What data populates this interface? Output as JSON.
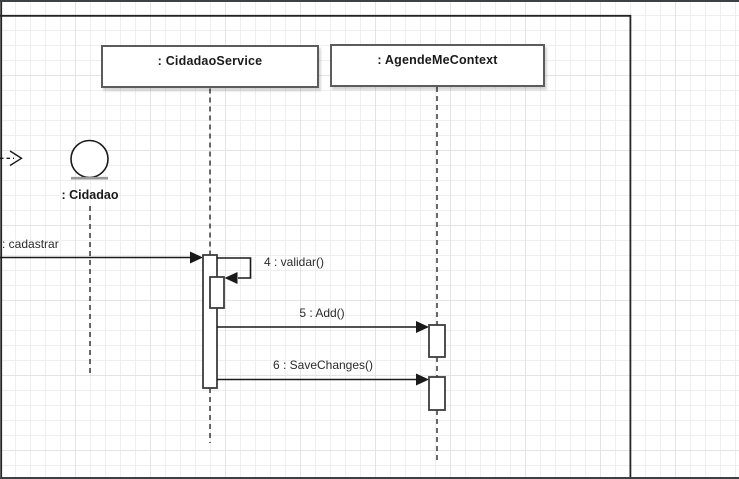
{
  "lifelines": [
    {
      "label": ": CidadaoService"
    },
    {
      "label": ": AgendeMeContext"
    }
  ],
  "actor": {
    "label": ": Cidadao"
  },
  "messages": {
    "cadastrar": {
      "label": ": cadastrar"
    },
    "validar": {
      "label": "4 : validar()"
    },
    "add": {
      "label": "5 : Add()"
    },
    "save": {
      "label": "6 : SaveChanges()"
    }
  },
  "colors": {
    "line": "#1a1a1a",
    "box_border": "#5c5c5c",
    "actor_base": "#999999",
    "grid": "#efefef",
    "frame": "#242424",
    "viewport_edge": "#3d4144"
  }
}
